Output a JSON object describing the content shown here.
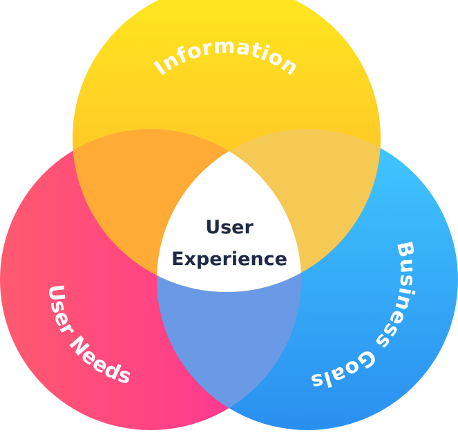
{
  "diagram": {
    "circles": [
      {
        "id": "information",
        "label": "Information",
        "color_start": "#ffe81e",
        "color_end": "#ffb02e"
      },
      {
        "id": "user-needs",
        "label": "User Needs",
        "color_start": "#ff5a6e",
        "color_end": "#ff2f9a"
      },
      {
        "id": "business-goals",
        "label": "Business Goals",
        "color_start": "#41c8ff",
        "color_end": "#2a8ff0"
      }
    ],
    "center": {
      "line1": "User",
      "line2": "Experience"
    },
    "overlap_colors": {
      "information_user_needs": "#ffab36",
      "information_business_goals": "#f6c955",
      "user_needs_business_goals": "#6a9ae6"
    }
  }
}
